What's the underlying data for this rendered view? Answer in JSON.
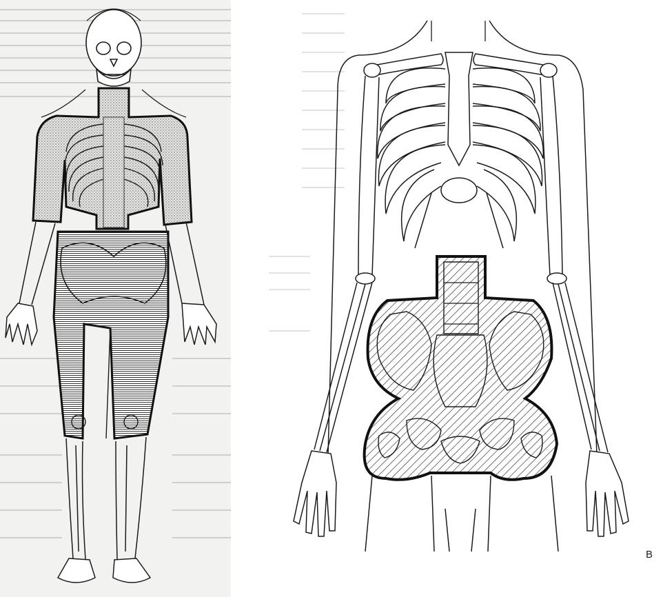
{
  "figure": {
    "panel_b_label": "B"
  },
  "colors": {
    "line": "#1a1a1a",
    "page": "#f2f2f0",
    "hatch": "#2a2a2a",
    "stipple": "#555555"
  },
  "panels": [
    {
      "id": "a",
      "subject": "full-body-skeleton",
      "shading": [
        "stippled-upper-body",
        "horizontal-hatched-pelvis-thighs"
      ]
    },
    {
      "id": "b",
      "subject": "torso-skeleton",
      "shading": [
        "diagonal-hatched-lumbar-pelvis"
      ]
    }
  ]
}
